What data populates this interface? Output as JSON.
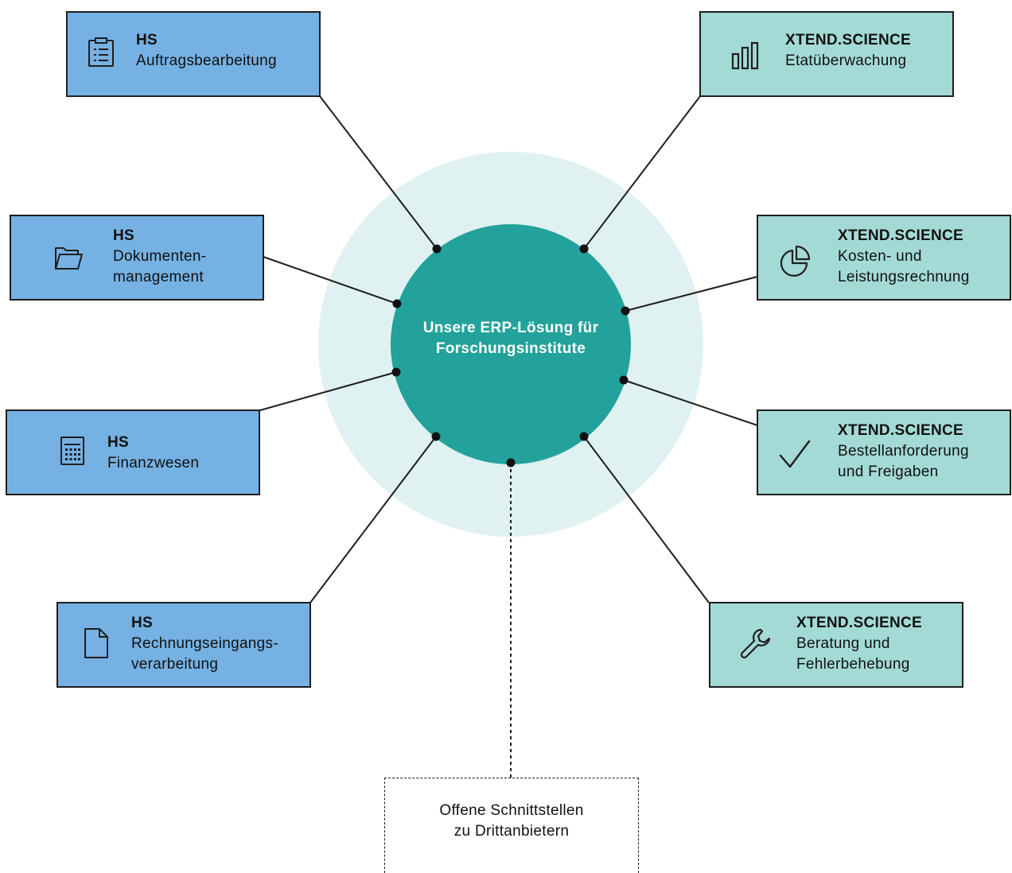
{
  "center": {
    "label": "Unsere ERP-Lösung für\nForschungsinstitute"
  },
  "modules": [
    {
      "brand": "HS",
      "label": "Auftragsbearbeitung",
      "icon": "clipboard-icon"
    },
    {
      "brand": "HS",
      "label": "Dokumenten-\nmanagement",
      "icon": "folder-icon"
    },
    {
      "brand": "HS",
      "label": "Finanzwesen",
      "icon": "calculator-icon"
    },
    {
      "brand": "HS",
      "label": "Rechnungseingangs-\nverarbeitung",
      "icon": "document-icon"
    },
    {
      "brand": "XTEND.SCIENCE",
      "label": "Etatüberwachung",
      "icon": "bar-chart-icon"
    },
    {
      "brand": "XTEND.SCIENCE",
      "label": "Kosten- und\nLeistungsrechnung",
      "icon": "pie-chart-icon"
    },
    {
      "brand": "XTEND.SCIENCE",
      "label": "Bestellanforderung\nund Freigaben",
      "icon": "checkmark-icon"
    },
    {
      "brand": "XTEND.SCIENCE",
      "label": "Beratung und\nFehlerbehebung",
      "icon": "wrench-icon"
    }
  ],
  "external": {
    "label": "Offene Schnittstellen\nzu Drittanbietern"
  },
  "colors": {
    "hs_box": "#75b1e3",
    "xtend_box": "#a3dad5",
    "core_circle": "#22a29a",
    "halo": "#e0f1f1"
  }
}
